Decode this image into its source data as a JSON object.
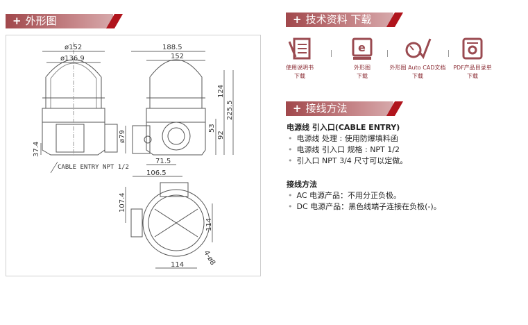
{
  "left_section": {
    "title": "外形图"
  },
  "drawing": {
    "dims": {
      "d152": "ø152",
      "d136": "ø136.9",
      "w188": "188.5",
      "w152": "152",
      "h124": "124",
      "h225": "225.5",
      "h53": "53",
      "h92": "92",
      "d79": "ø79",
      "h37": "37.4",
      "cable": "CABLE ENTRY NPT 1/2",
      "w71": "71.5",
      "w106": "106.5",
      "h107": "107.4",
      "v114": "114",
      "h114": "114",
      "holes": "4-ø8"
    }
  },
  "tech_section": {
    "title": "技术资料 下载",
    "downloads": [
      {
        "icon": "manual-icon",
        "label": "使用说明书",
        "action": "下载"
      },
      {
        "icon": "monitor-icon",
        "label": "外形图",
        "action": "下载"
      },
      {
        "icon": "cad-icon",
        "label": "外形图 Auto CAD文档",
        "action": "下载"
      },
      {
        "icon": "pdf-catalog-icon",
        "label": "PDF产品目录单",
        "action": "下载"
      }
    ]
  },
  "wiring_section": {
    "title": "接线方法",
    "cable_heading": "电源线 引入口(CABLE ENTRY)",
    "cable_items": [
      "电源线 处理 : 使用防爆填料函",
      "电源线 引入口 规格 : NPT 1/2",
      "引入口 NPT 3/4 尺寸可以定做。"
    ],
    "wiring_heading": "接线方法",
    "wiring_items": [
      "AC 电源产品：不用分正负极。",
      "DC 电源产品：黑色线端子连接在负极(-)。"
    ]
  },
  "colors": {
    "accent": "#a1484c",
    "red": "#b0141c"
  }
}
